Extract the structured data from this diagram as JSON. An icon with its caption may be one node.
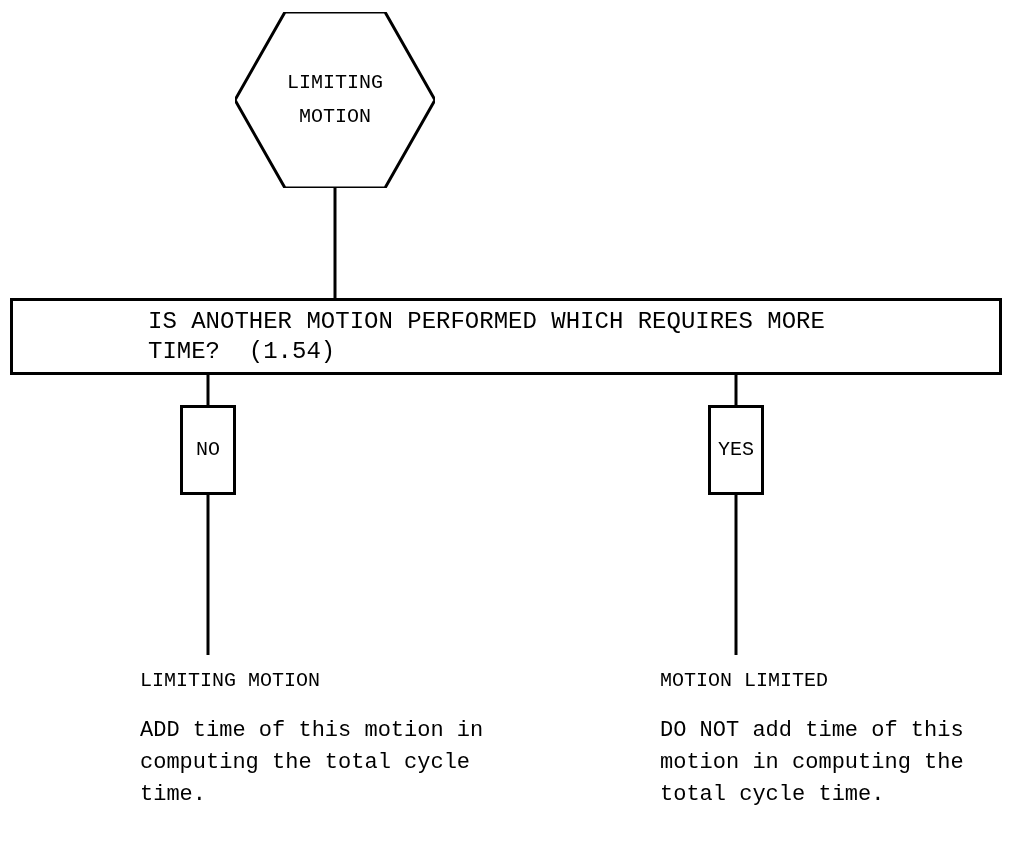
{
  "diagram": {
    "nodes": [
      {
        "text": [
          "LIMITING MOTION"
        ]
      },
      {
        "text": [
          "IS ANOTHER MOTION PERFORMED WHICH REQUIRES MORE TIME?  (1.54)"
        ]
      },
      {
        "text": [
          "NO"
        ]
      },
      {
        "text": [
          "YES"
        ]
      },
      {
        "text": [
          "LIMITING MOTION",
          "ADD time of this motion in computing the total cycle time."
        ]
      },
      {
        "text": [
          "MOTION LIMITED",
          "DO NOT add time of this motion in computing the total cycle time."
        ]
      }
    ],
    "edges": [
      {
        "from": 0,
        "to": 1,
        "arrow": "none"
      },
      {
        "from": 1,
        "to": 2,
        "arrow": "none"
      },
      {
        "from": 1,
        "to": 3,
        "arrow": "none"
      },
      {
        "from": 2,
        "to": 4,
        "arrow": "none"
      },
      {
        "from": 3,
        "to": 5,
        "arrow": "none"
      }
    ]
  }
}
